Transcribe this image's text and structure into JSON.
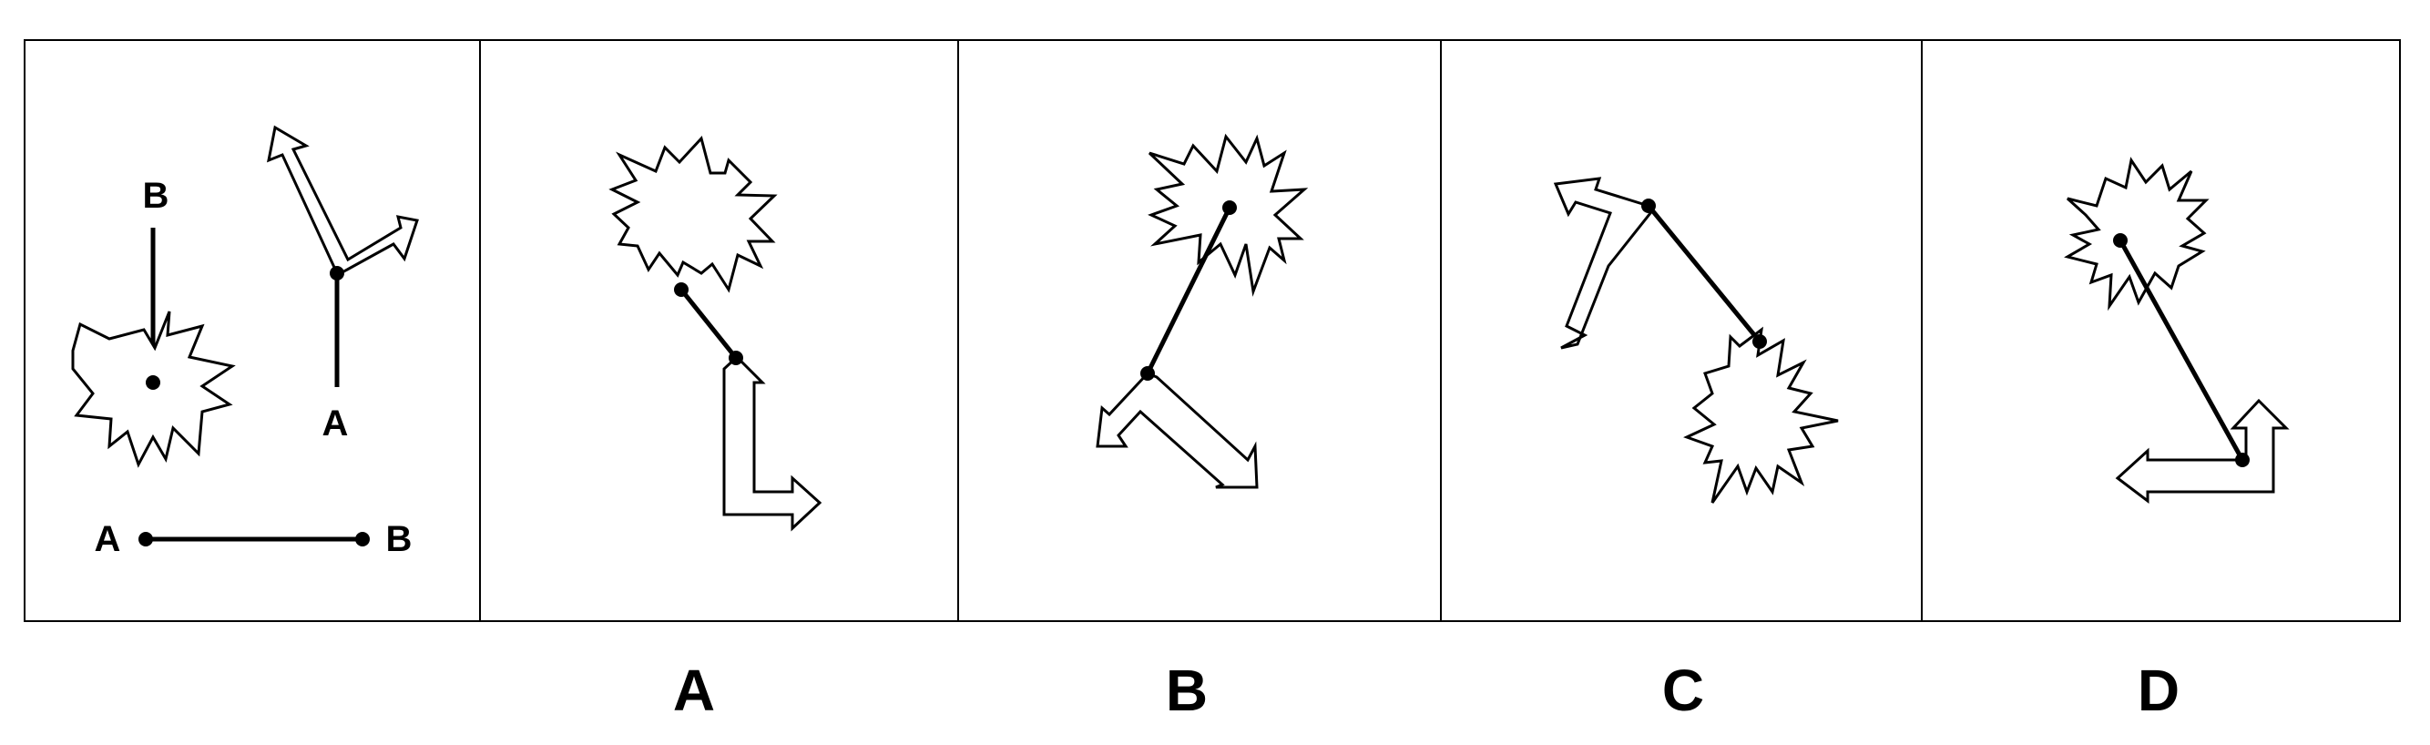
{
  "question": {
    "example_labels": {
      "vertical_line_top": "B",
      "right_line_bottom": "A",
      "horizontal_line_left": "A",
      "horizontal_line_right": "B"
    }
  },
  "options": [
    {
      "label": "A"
    },
    {
      "label": "B"
    },
    {
      "label": "C"
    },
    {
      "label": "D"
    }
  ]
}
